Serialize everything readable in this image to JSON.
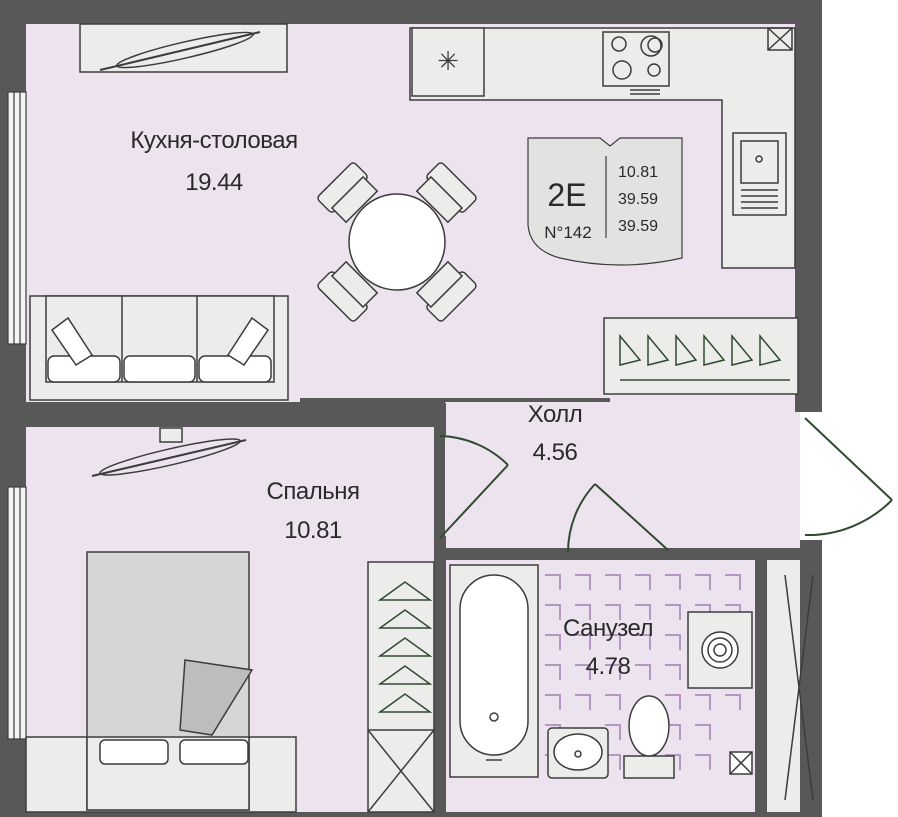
{
  "rooms": [
    {
      "id": "kitchen",
      "name": "Кухня-столовая",
      "area": "19.44"
    },
    {
      "id": "hall",
      "name": "Холл",
      "area": "4.56"
    },
    {
      "id": "bedroom",
      "name": "Спальня",
      "area": "10.81"
    },
    {
      "id": "bathroom",
      "name": "Санузел",
      "area": "4.78"
    }
  ],
  "badge": {
    "type": "2Е",
    "number": "N°142",
    "areas": [
      "10.81",
      "39.59",
      "39.59"
    ]
  },
  "colors": {
    "wall": "#585858",
    "floor": "#ece3ef",
    "fixture_fill": "#ececea",
    "line": "#3c3c3c",
    "tile": "#b497c2",
    "outline_accent": "#2f4a2f"
  }
}
